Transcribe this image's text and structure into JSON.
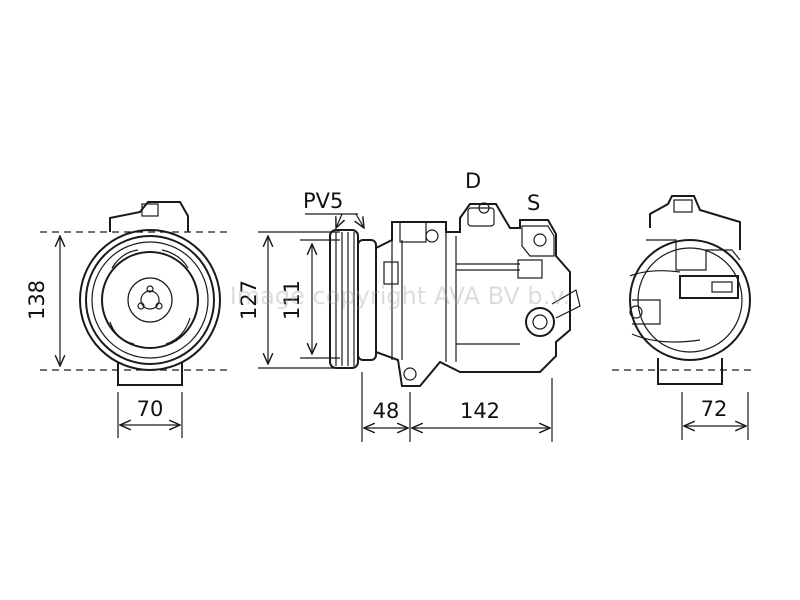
{
  "labels": {
    "pulley_spec": "PV5",
    "discharge_port": "D",
    "suction_port": "S"
  },
  "dimensions": {
    "front_height": "138",
    "front_width": "70",
    "pulley_outer_diameter": "127",
    "pulley_inner_diameter": "111",
    "pulley_offset": "48",
    "body_length": "142",
    "rear_width": "72"
  },
  "watermark": "Image copyright AVA BV b.v."
}
